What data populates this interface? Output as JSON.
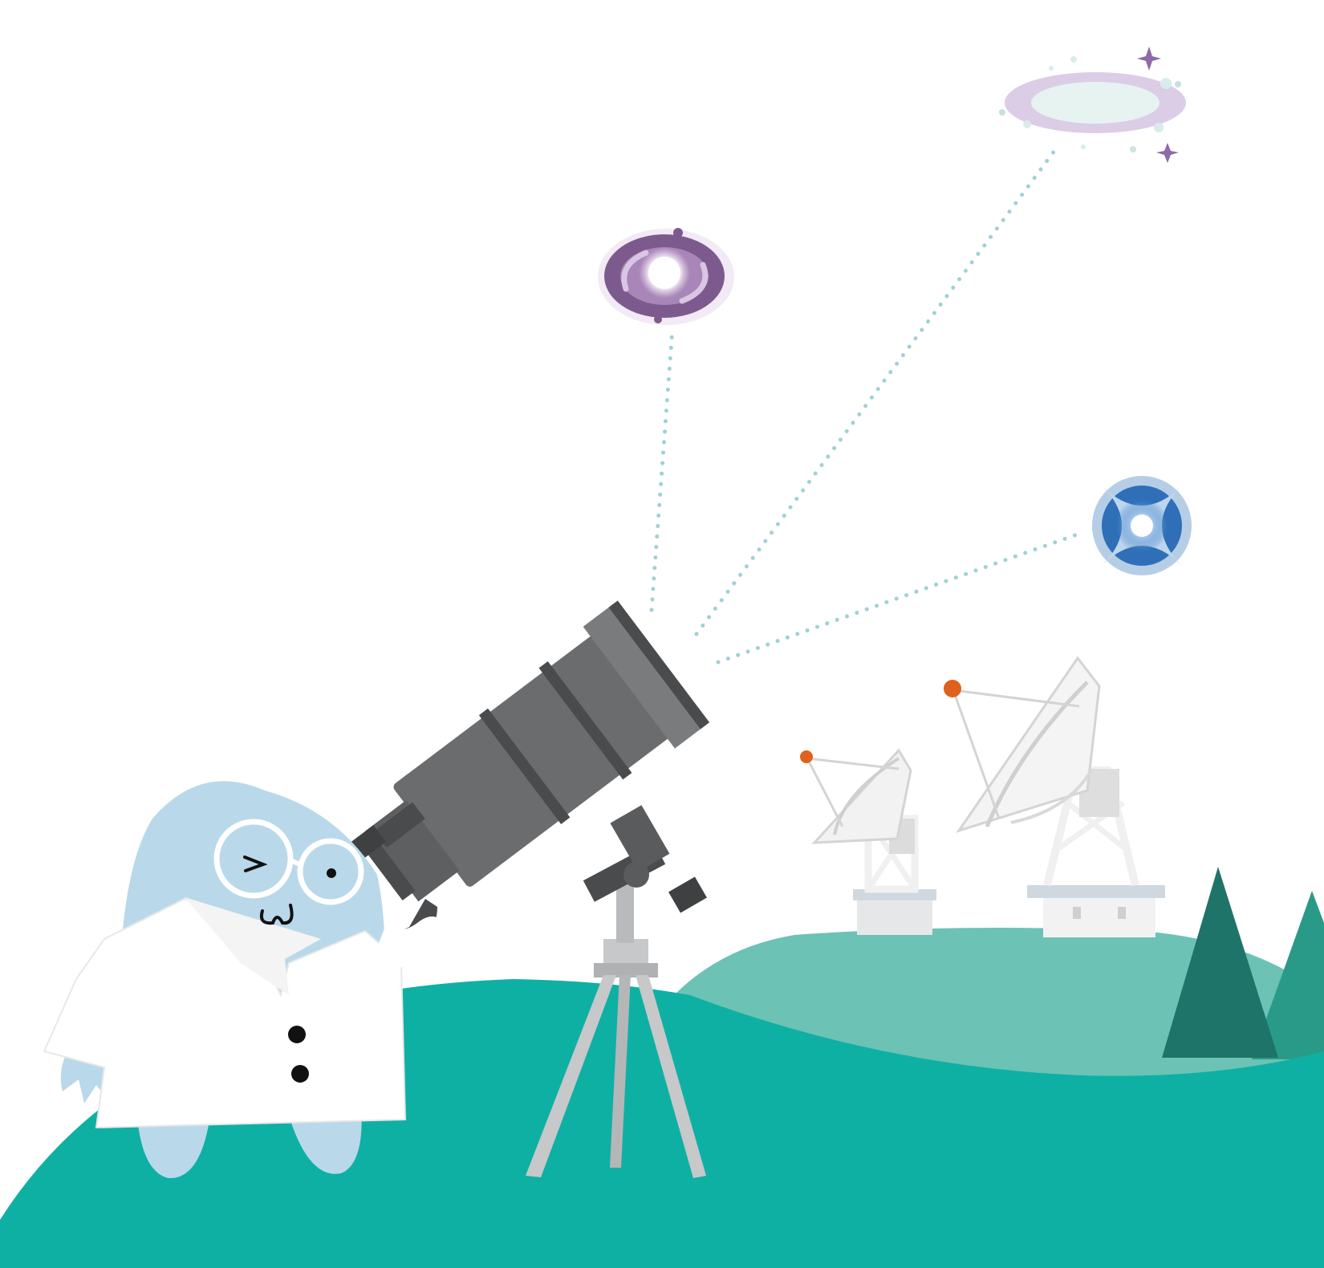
{
  "colors": {
    "sky": "#ffffff",
    "ground_near": "#0fb0a4",
    "ground_far": "#6cc2b4",
    "tree_dark": "#1e7468",
    "tree_light": "#2a9a88",
    "creature_body": "#b9d9ea",
    "coat": "#ffffff",
    "telescope": "#6b6c6e",
    "telescope_dark": "#4a4b4d",
    "tripod": "#c7c8ca",
    "dish": "#e6e7e8",
    "dish_feed": "#e0601e",
    "sight_line": "#9fd2d4",
    "galaxy_purple": "#7d5a8e",
    "star_blue": "#2f6fb8",
    "ring_lavender": "#dccde6"
  },
  "objects": {
    "creature": "scientist-creature",
    "telescope": "refracting-telescope-on-tripod",
    "dishes": [
      "radio-dish-small",
      "radio-dish-large"
    ],
    "trees": [
      "pine-tree-dark",
      "pine-tree-light"
    ],
    "targets": [
      "spiral-galaxy-icon",
      "ring-nebula-icon",
      "blue-star-icon"
    ]
  }
}
